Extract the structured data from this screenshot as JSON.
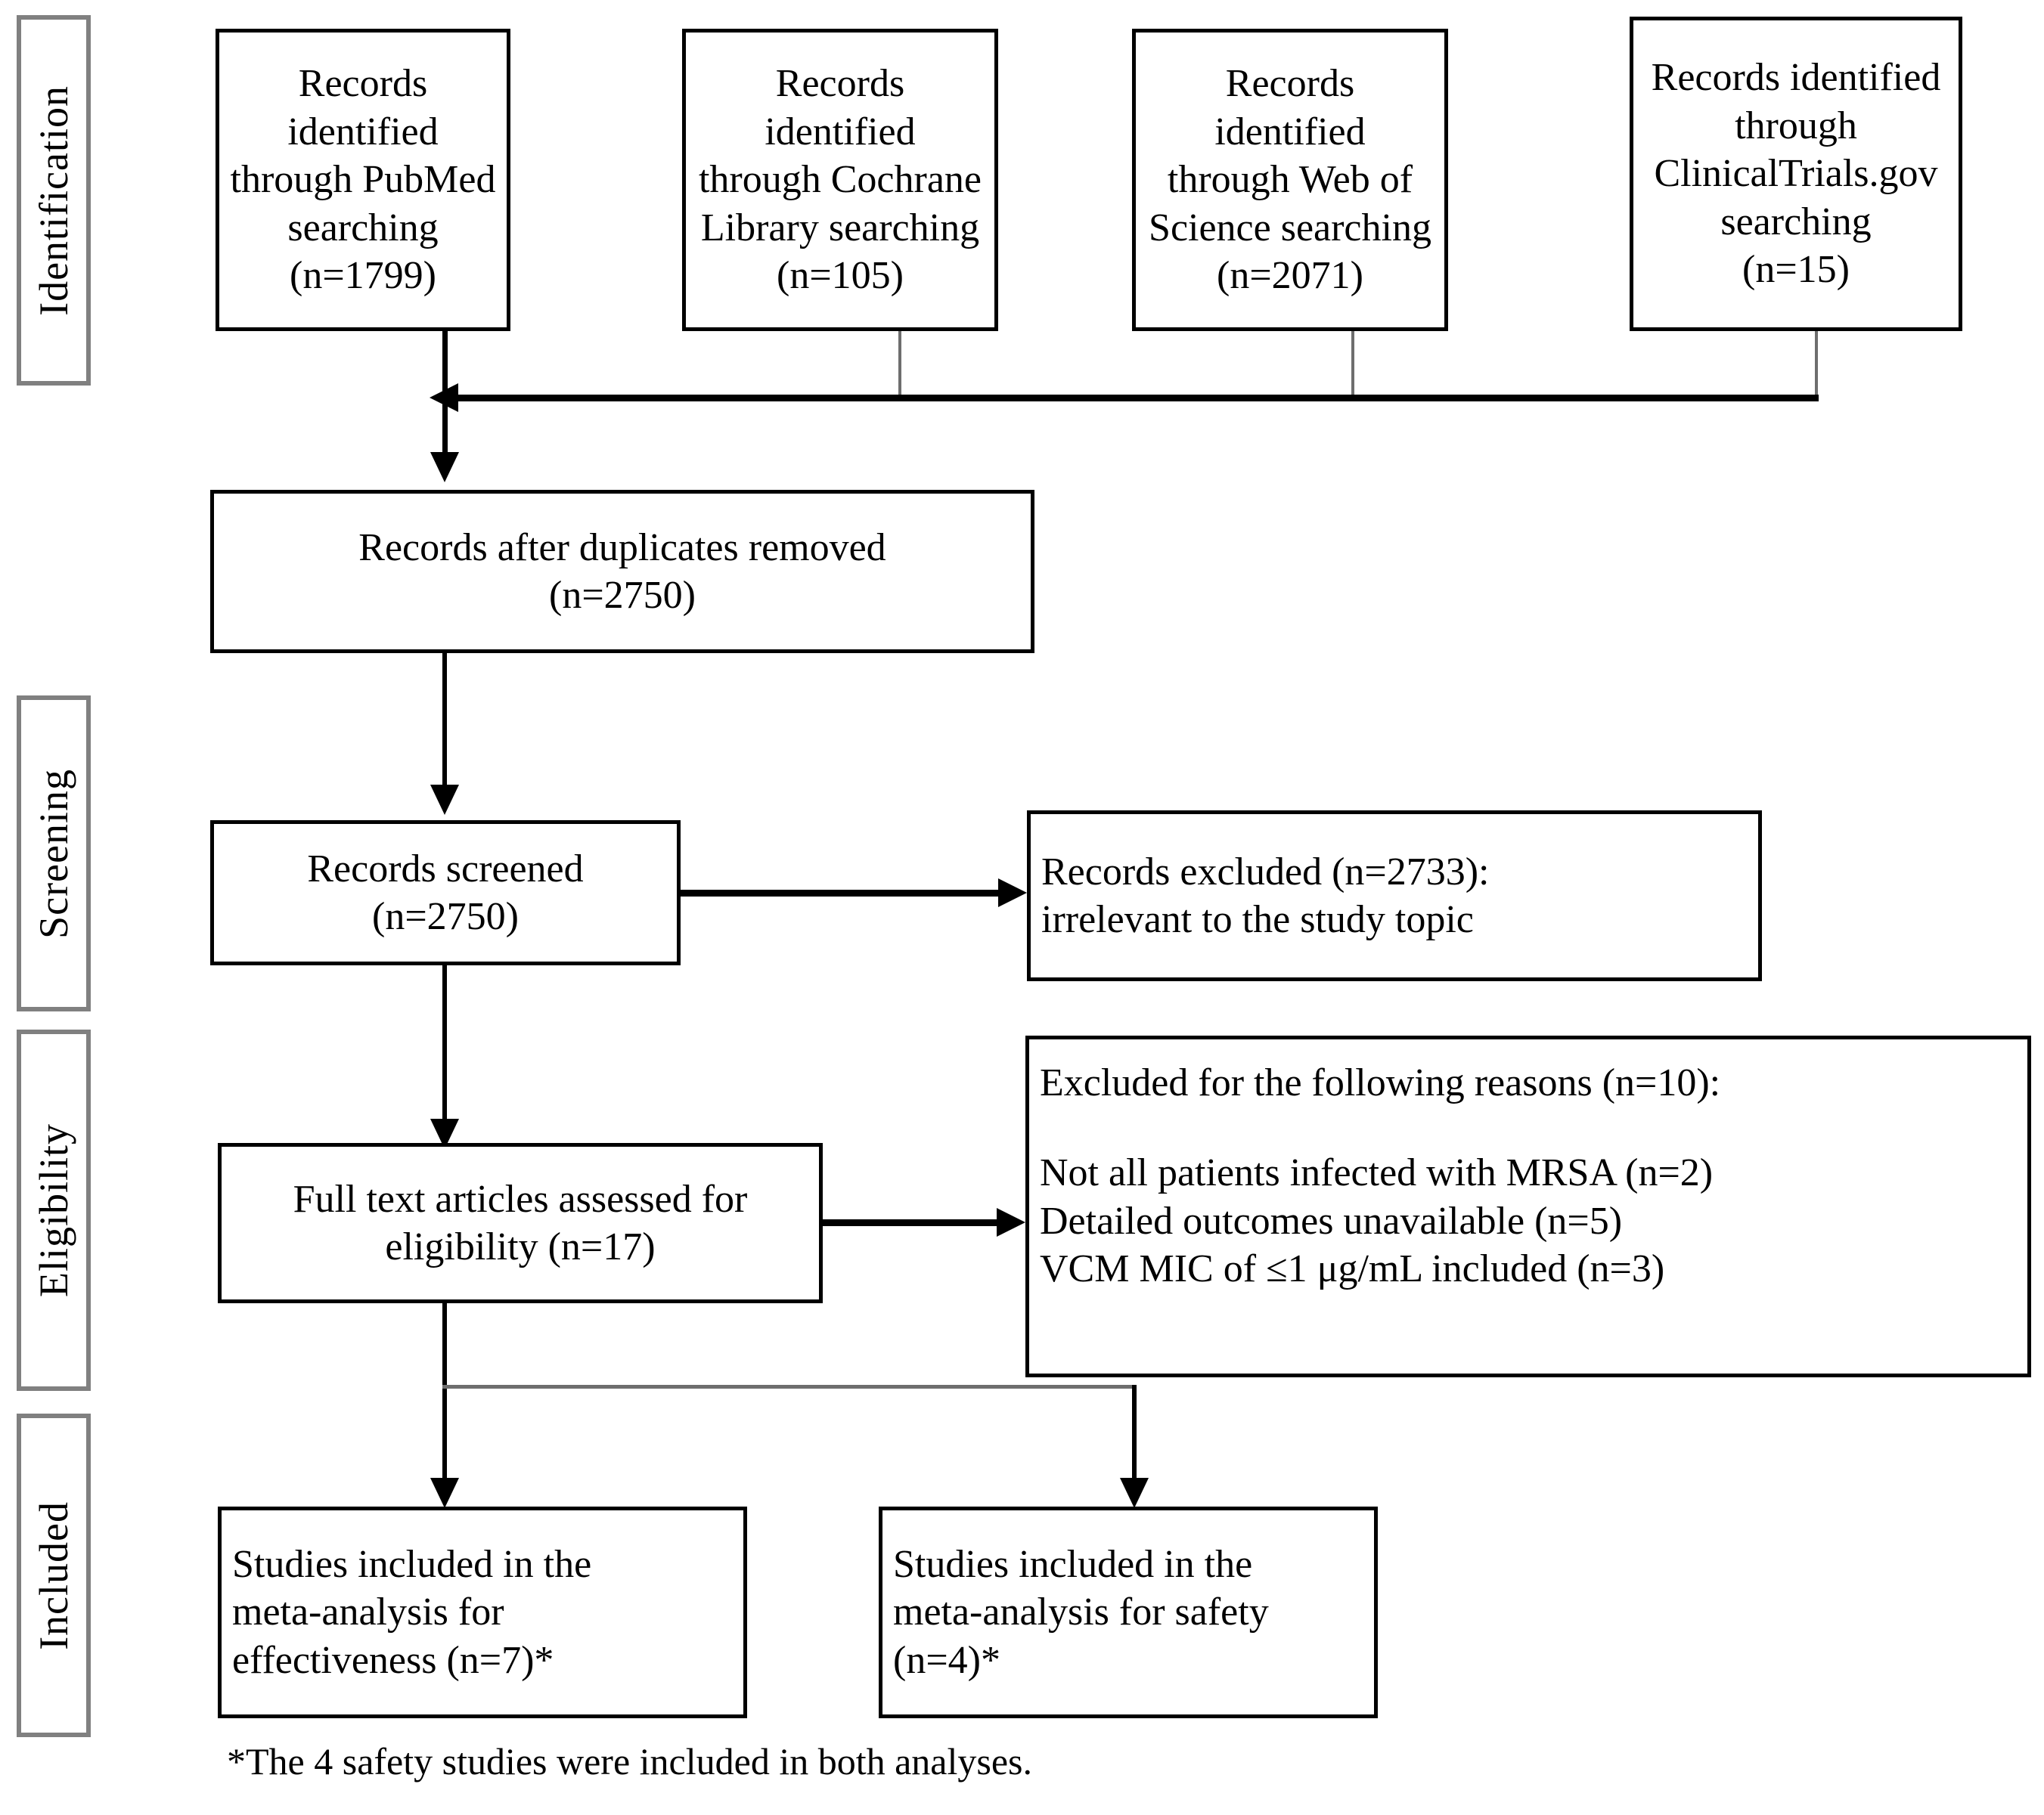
{
  "figure": {
    "type": "prisma-flow-diagram",
    "title": "PRISMA study selection flow diagram"
  },
  "phases": [
    {
      "id": "identification",
      "label": "Identification"
    },
    {
      "id": "screening",
      "label": "Screening"
    },
    {
      "id": "eligibility",
      "label": "Eligibility"
    },
    {
      "id": "included",
      "label": "Included"
    }
  ],
  "identification": {
    "sources": [
      {
        "id": "pubmed",
        "text": "Records identified\nthrough PubMed\nsearching\n(n=1799)",
        "database": "PubMed",
        "n": 1799
      },
      {
        "id": "cochrane",
        "text": "Records identified\nthrough Cochrane\nLibrary searching\n(n=105)",
        "database": "Cochrane Library",
        "n": 105
      },
      {
        "id": "web-of-science",
        "text": "Records identified\nthrough Web of\nScience searching\n(n=2071)",
        "database": "Web of Science",
        "n": 2071
      },
      {
        "id": "clinicaltrials",
        "text": "Records identified\nthrough\nClinicalTrials.gov\nsearching\n(n=15)",
        "database": "ClinicalTrials.gov",
        "n": 15
      }
    ],
    "duplicates_removed": {
      "text": "Records after duplicates removed\n(n=2750)",
      "n": 2750
    }
  },
  "screening": {
    "screened": {
      "text": "Records screened\n(n=2750)",
      "n": 2750
    },
    "excluded": {
      "text": "Records excluded (n=2733):\nirrelevant to the study topic",
      "n": 2733,
      "reason": "irrelevant to the study topic"
    }
  },
  "eligibility": {
    "full_text_assessed": {
      "text": "Full text articles assessed for\neligibility (n=17)",
      "n": 17
    },
    "excluded": {
      "heading": "Excluded for the following reasons (n=10):",
      "n": 10,
      "reasons": [
        "Not all patients infected with MRSA (n=2)",
        "Detailed outcomes unavailable (n=5)",
        "VCM MIC of ≤1 μg/mL included (n=3)"
      ]
    }
  },
  "included": {
    "effectiveness": {
      "text": "Studies included in the\nmeta-analysis for\neffectiveness (n=7)*",
      "n": 7
    },
    "safety": {
      "text": "Studies included in the\nmeta-analysis for safety\n(n=4)*",
      "n": 4
    }
  },
  "footnote": {
    "text": "*The 4 safety studies were included in both analyses."
  },
  "colors": {
    "box_border": "#000000",
    "phase_border": "#808080",
    "connector": "#000000",
    "connector_thin": "#6e6e6e",
    "background": "#ffffff"
  }
}
